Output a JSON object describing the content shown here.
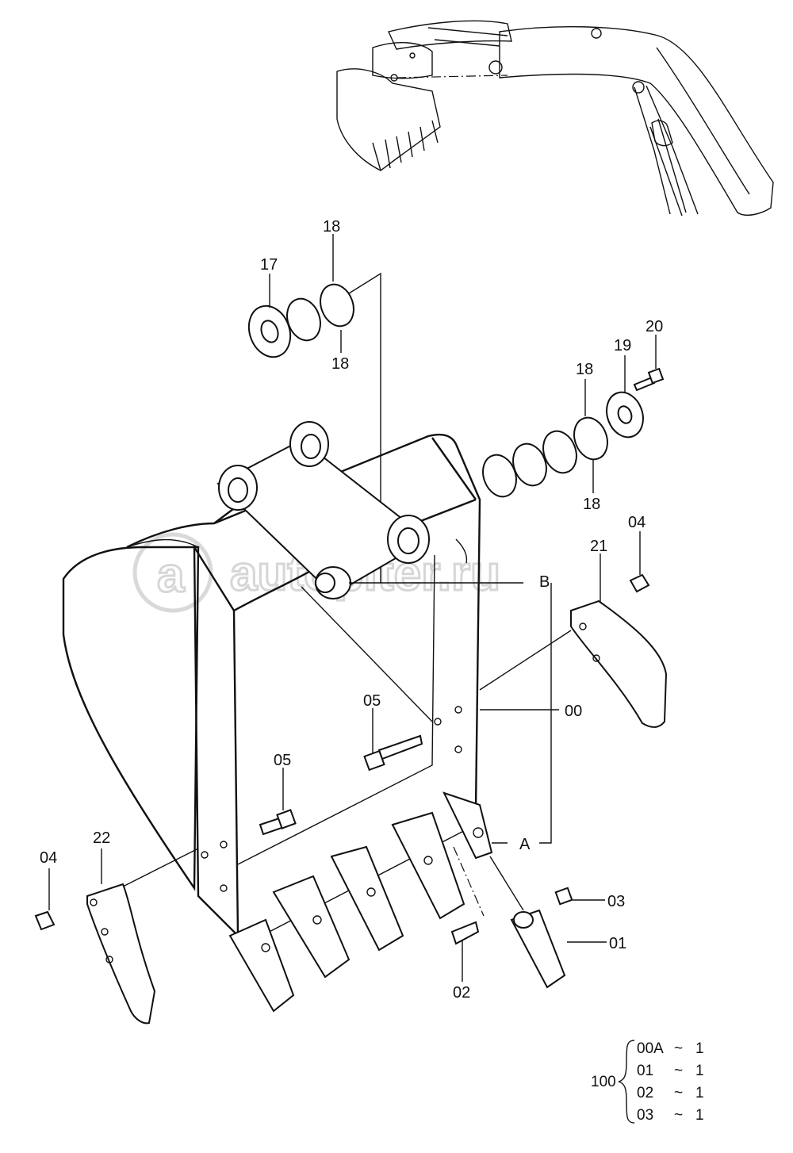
{
  "watermark": "autopiter.ru",
  "callouts": {
    "c17": "17",
    "c18a": "18",
    "c18b": "18",
    "c18c": "18",
    "c18d": "18",
    "c19": "19",
    "c20": "20",
    "c04a": "04",
    "c04b": "04",
    "c21": "21",
    "c22": "22",
    "c05a": "05",
    "c05b": "05",
    "c00": "00",
    "c01": "01",
    "c02": "02",
    "c03": "03",
    "refA": "A",
    "refB": "B"
  },
  "assembly": {
    "label": "100",
    "rows": [
      {
        "part": "00A",
        "sep": "~",
        "qty": "1"
      },
      {
        "part": "01",
        "sep": "~",
        "qty": "1"
      },
      {
        "part": "02",
        "sep": "~",
        "qty": "1"
      },
      {
        "part": "03",
        "sep": "~",
        "qty": "1"
      }
    ]
  }
}
